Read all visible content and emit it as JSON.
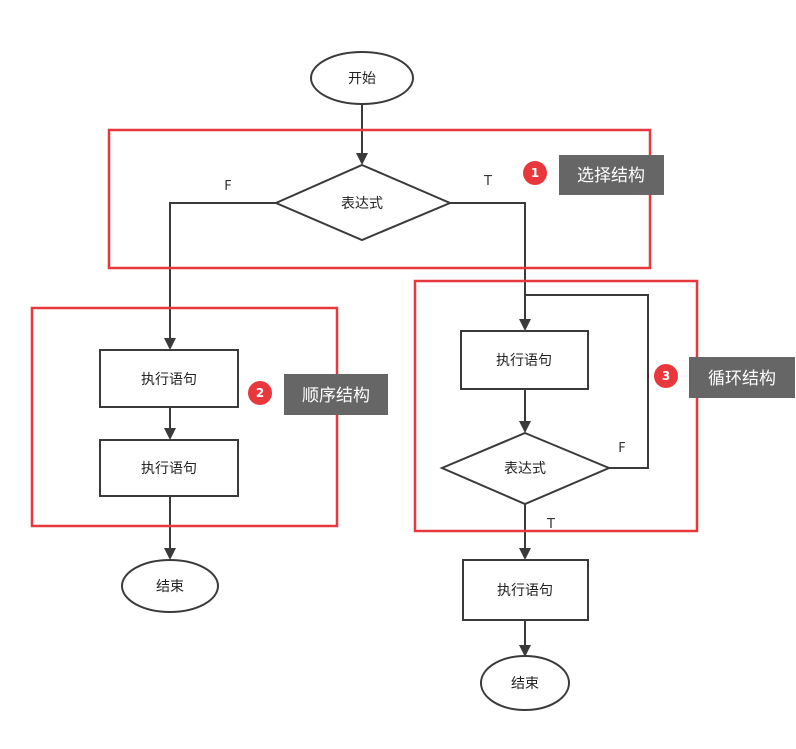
{
  "nodes": {
    "start": "开始",
    "decision_select": "表达式",
    "stmt_seq_1": "执行语句",
    "stmt_seq_2": "执行语句",
    "end_left": "结束",
    "stmt_loop": "执行语句",
    "decision_loop": "表达式",
    "stmt_after_loop": "执行语句",
    "end_right": "结束"
  },
  "edge_labels": {
    "select_false": "F",
    "select_true": "T",
    "loop_false": "F",
    "loop_true": "T"
  },
  "annotations": [
    {
      "number": "1",
      "label": "选择结构"
    },
    {
      "number": "2",
      "label": "顺序结构"
    },
    {
      "number": "3",
      "label": "循环结构"
    }
  ],
  "colors": {
    "region_border": "#e8383d",
    "badge": "#e8383d",
    "tag_background": "#666666",
    "stroke": "#3a3a3a"
  }
}
